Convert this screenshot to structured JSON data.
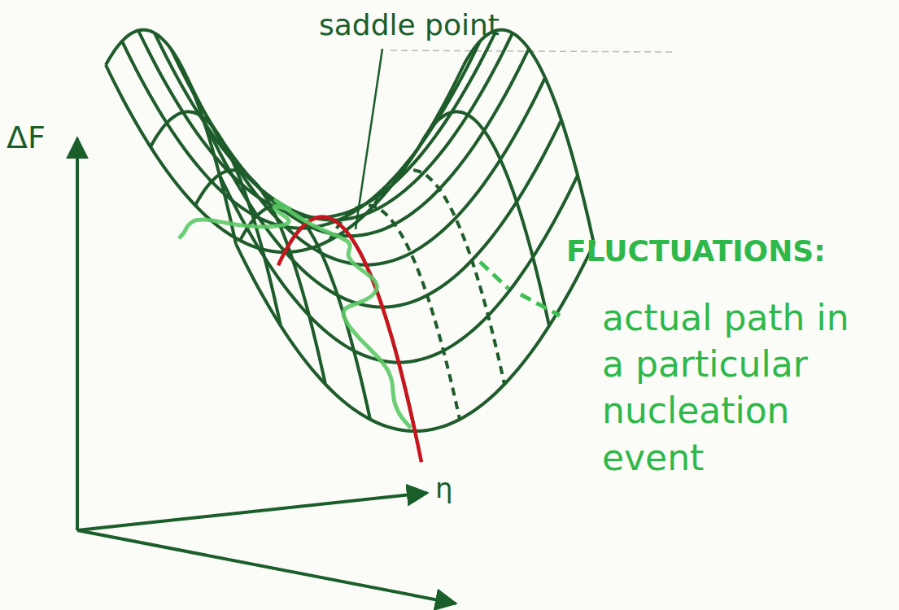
{
  "diagram": {
    "labels": [
      "saddle point",
      "ΔF",
      "η",
      "FLUCTUATIONS:",
      "actual path in a particular nucleation event"
    ]
  }
}
